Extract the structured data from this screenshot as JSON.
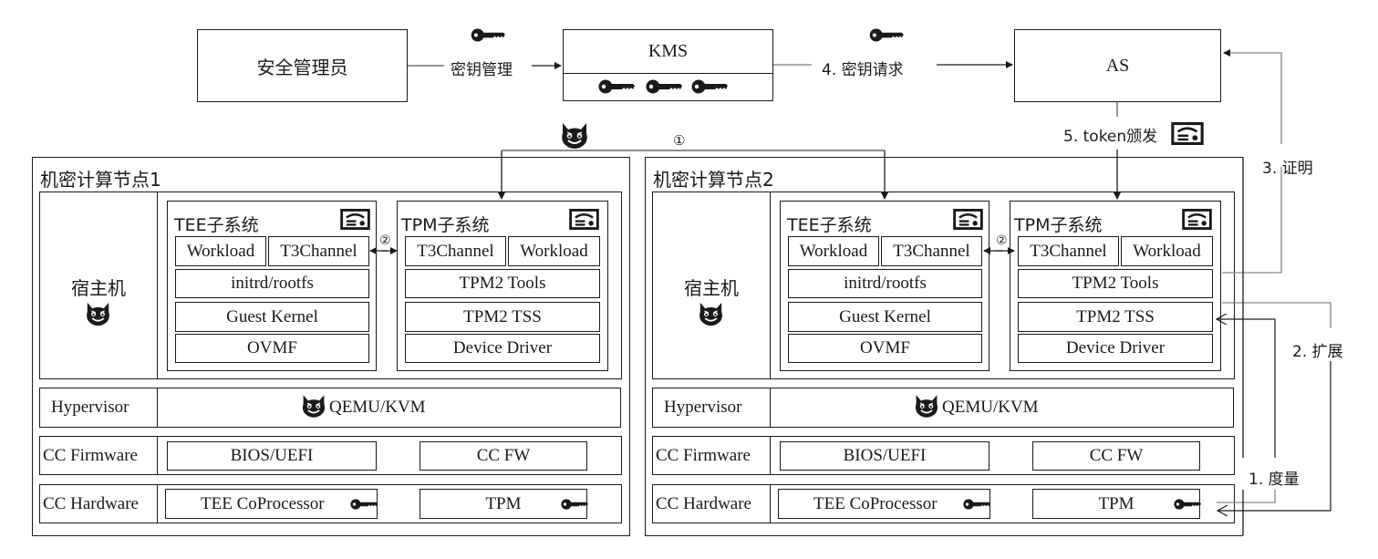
{
  "top": {
    "admin": {
      "label": "安全管理员"
    },
    "kms": {
      "label": "KMS"
    },
    "as": {
      "label": "AS"
    },
    "arrow_admin_kms": {
      "label": "密钥管理"
    },
    "arrow_kms_as": {
      "label": "4. 密钥请求"
    },
    "arrow_as_tpm": {
      "label": "5. token颁发"
    },
    "arrow_tpm_as": {
      "label": "3. 证明"
    },
    "arrow_extend": {
      "label": "2. 扩展"
    },
    "arrow_measure": {
      "label": "1. 度量"
    },
    "attack_marker": {
      "label": "①"
    },
    "channel_marker": {
      "label": "②"
    }
  },
  "nodes": [
    {
      "title": "机密计算节点1",
      "host": {
        "label": "宿主机"
      },
      "tee": {
        "title": "TEE子系统",
        "row1": [
          "Workload",
          "T3Channel"
        ],
        "layers": [
          "initrd/rootfs",
          "Guest Kernel",
          "OVMF"
        ]
      },
      "tpm": {
        "title": "TPM子系统",
        "row1": [
          "T3Channel",
          "Workload"
        ],
        "layers": [
          "TPM2 Tools",
          "TPM2 TSS",
          "Device Driver"
        ]
      },
      "hypervisor": {
        "label": "Hypervisor",
        "value": "QEMU/KVM"
      },
      "firmware": {
        "label": "CC Firmware",
        "items": [
          "BIOS/UEFI",
          "CC FW"
        ]
      },
      "hardware": {
        "label": "CC Hardware",
        "items": [
          "TEE CoProcessor",
          "TPM"
        ]
      }
    },
    {
      "title": "机密计算节点2",
      "host": {
        "label": "宿主机"
      },
      "tee": {
        "title": "TEE子系统",
        "row1": [
          "Workload",
          "T3Channel"
        ],
        "layers": [
          "initrd/rootfs",
          "Guest Kernel",
          "OVMF"
        ]
      },
      "tpm": {
        "title": "TPM子系统",
        "row1": [
          "T3Channel",
          "Workload"
        ],
        "layers": [
          "TPM2 Tools",
          "TPM2 TSS",
          "Device Driver"
        ]
      },
      "hypervisor": {
        "label": "Hypervisor",
        "value": "QEMU/KVM"
      },
      "firmware": {
        "label": "CC Firmware",
        "items": [
          "BIOS/UEFI",
          "CC FW"
        ]
      },
      "hardware": {
        "label": "CC Hardware",
        "items": [
          "TEE CoProcessor",
          "TPM"
        ]
      }
    }
  ],
  "icons": {
    "key": "key-icon",
    "devil": "devil-icon",
    "token": "token-icon"
  }
}
